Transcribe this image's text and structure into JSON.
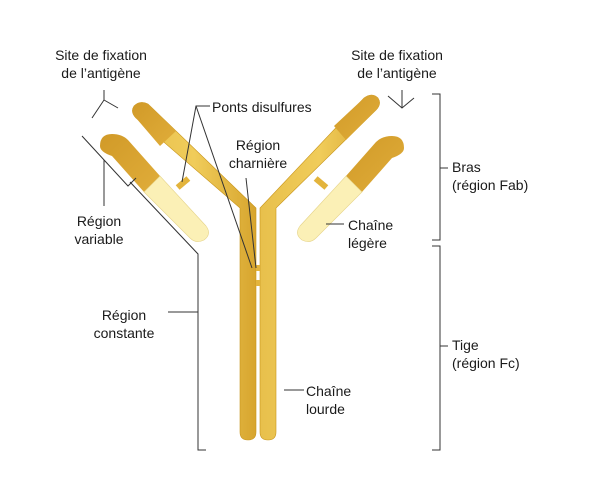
{
  "labels": {
    "antigen_site_left_l1": "Site de fixation",
    "antigen_site_left_l2": "de l’antigène",
    "antigen_site_right_l1": "Site de fixation",
    "antigen_site_right_l2": "de l’antigène",
    "disulfide_bridges": "Ponts disulfures",
    "hinge_region_l1": "Région",
    "hinge_region_l2": "charnière",
    "variable_region_l1": "Région",
    "variable_region_l2": "variable",
    "constant_region_l1": "Région",
    "constant_region_l2": "constante",
    "light_chain_l1": "Chaîne",
    "light_chain_l2": "légère",
    "heavy_chain_l1": "Chaîne",
    "heavy_chain_l2": "lourde",
    "arm_l1": "Bras",
    "arm_l2": "(région Fab)",
    "stem_l1": "Tige",
    "stem_l2": "(région Fc)"
  },
  "colors": {
    "heavy_chain": "#e3b43c",
    "heavy_chain_shade": "#c8951c",
    "light_chain_constant": "#fbf0b6",
    "light_chain_variable": "#d9a12b",
    "line": "#333333"
  }
}
